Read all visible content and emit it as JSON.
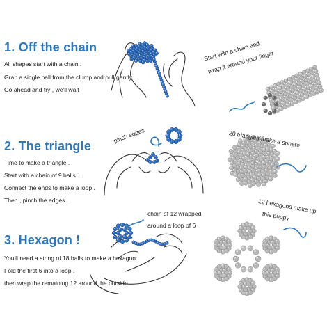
{
  "steps": [
    {
      "title": "1. Off the chain",
      "lines": [
        "All shapes start with a chain .",
        "Grab a single ball from the clump and pull gently .",
        "Go ahead and try , we'll wait"
      ]
    },
    {
      "title": "2. The triangle",
      "lines": [
        "Time to make a triangle .",
        "Start with a chain of 9 balls .",
        "Connect the ends to make a loop .",
        "Then , pinch the edges ."
      ]
    },
    {
      "title": "3. Hexagon !",
      "lines": [
        "You'll need a string of 18 balls to make a hexagon .",
        "Fold the first 6 into a loop ,",
        "then wrap the remaining 12 around the outside"
      ]
    }
  ],
  "notes": {
    "chain_line1": "Start with a chain and",
    "chain_line2": "wrap it around your finger",
    "pinch": "pinch edges",
    "sphere": "20 triangles make a sphere",
    "wrap_line1": "chain of 12 wrapped",
    "wrap_line2": "around a loop of 6",
    "puppy_line1": "12 hexagons make up",
    "puppy_line2": "this puppy"
  },
  "colors": {
    "title": "#2f78b8",
    "blue_ball": "#2e6fc2",
    "silver_ball": "#b8b8b8"
  }
}
